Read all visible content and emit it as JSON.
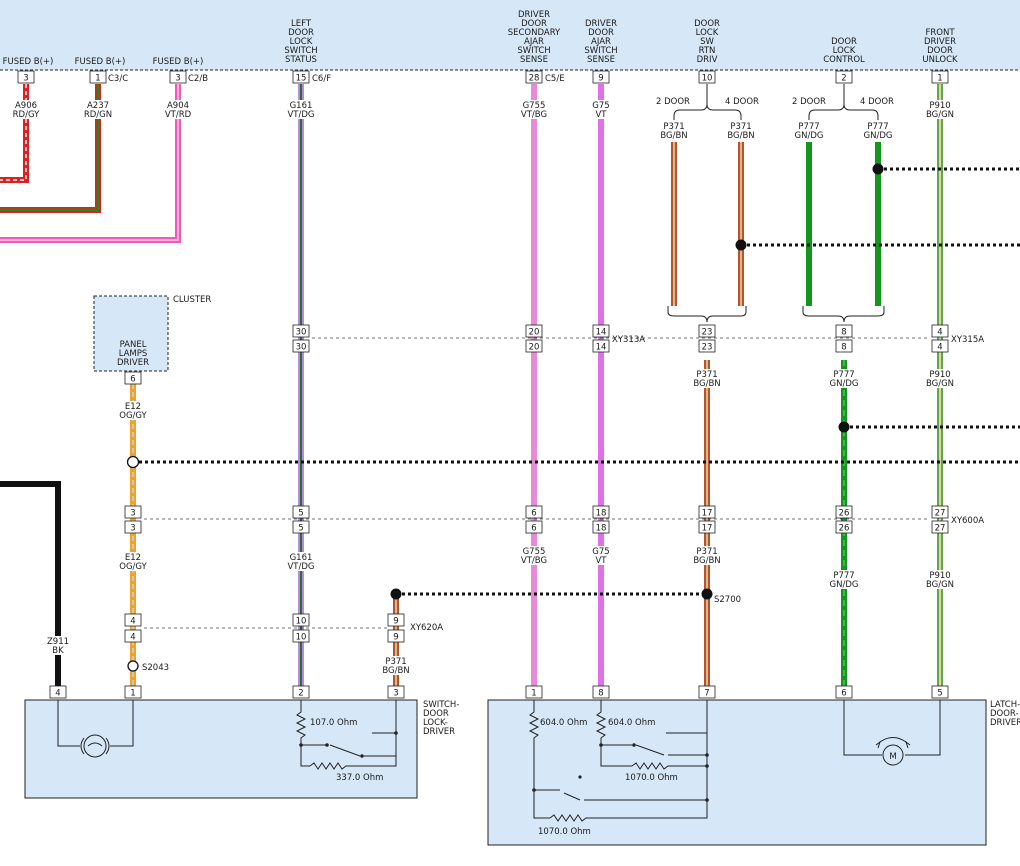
{
  "header": {
    "columns": [
      {
        "id": "fused-bplus-a906",
        "label": "FUSED B(+)",
        "pin": "3",
        "connector": ""
      },
      {
        "id": "fused-bplus-a237",
        "label": "FUSED B(+)",
        "pin": "1",
        "connector": "C3/C"
      },
      {
        "id": "fused-bplus-a904",
        "label": "FUSED B(+)",
        "pin": "3",
        "connector": "C2/B"
      },
      {
        "id": "left-door-lock-switch-status",
        "label": "LEFT DOOR LOCK SWITCH STATUS",
        "pin": "15",
        "connector": "C6/F"
      },
      {
        "id": "driver-door-secondary-ajar-switch-sense",
        "label": "DRIVER DOOR SECONDARY AJAR SWITCH SENSE",
        "pin": "28",
        "connector": "C5/E"
      },
      {
        "id": "driver-door-ajar-switch-sense",
        "label": "DRIVER DOOR AJAR SWITCH SENSE",
        "pin": "9",
        "connector": ""
      },
      {
        "id": "door-lock-sw-rtn-driv",
        "label": "DOOR LOCK SW RTN DRIV",
        "pin": "10",
        "connector": ""
      },
      {
        "id": "door-lock-control",
        "label": "DOOR LOCK CONTROL",
        "pin": "2",
        "connector": ""
      },
      {
        "id": "front-driver-door-unlock",
        "label": "FRONT DRIVER DOOR UNLOCK",
        "pin": "1",
        "connector": ""
      }
    ]
  },
  "wires": {
    "a906": {
      "code": "A906",
      "color": "RD/GY"
    },
    "a237": {
      "code": "A237",
      "color": "RD/GN"
    },
    "a904": {
      "code": "A904",
      "color": "VT/RD"
    },
    "g161": {
      "code": "G161",
      "color": "VT/DG"
    },
    "g755": {
      "code": "G755",
      "color": "VT/BG"
    },
    "g75": {
      "code": "G75",
      "color": "VT"
    },
    "p371": {
      "code": "P371",
      "color": "BG/BN"
    },
    "p777": {
      "code": "P777",
      "color": "GN/DG"
    },
    "p910": {
      "code": "P910",
      "color": "BG/GN"
    },
    "e12": {
      "code": "E12",
      "color": "OG/GY"
    },
    "z911": {
      "code": "Z911",
      "color": "BK"
    }
  },
  "branches": {
    "two_door": "2 DOOR",
    "four_door": "4 DOOR"
  },
  "connectors": {
    "xy313a": {
      "name": "XY313A",
      "pins": [
        "30",
        "20",
        "14",
        "23",
        "8",
        "4"
      ]
    },
    "xy315a": {
      "name": "XY315A"
    },
    "xy600a": {
      "name": "XY600A",
      "pins": [
        "3",
        "5",
        "6",
        "18",
        "17",
        "26",
        "27"
      ]
    },
    "xy620a": {
      "name": "XY620A",
      "pins": [
        "4",
        "10",
        "9"
      ]
    }
  },
  "splices": {
    "s2700": "S2700",
    "s2043": "S2043"
  },
  "cluster": {
    "name": "CLUSTER",
    "function": "PANEL LAMPS DRIVER",
    "pin": "6"
  },
  "components": {
    "switch_door_lock_driver": {
      "name": "SWITCH-DOOR LOCK-DRIVER",
      "pins": [
        "4",
        "1",
        "2",
        "3"
      ],
      "r1": "107.0 Ohm",
      "r2": "337.0 Ohm"
    },
    "latch_door_driver": {
      "name": "LATCH-DOOR-DRIVER",
      "pins": [
        "1",
        "8",
        "7",
        "6",
        "5"
      ],
      "r1": "604.0 Ohm",
      "r2": "604.0 Ohm",
      "r3": "1070.0 Ohm",
      "r4": "1070.0 Ohm",
      "motor": "M"
    }
  },
  "colors": {
    "header_bg": "#d6e7f7",
    "component_bg": "#d6e7f7",
    "red": "#e02020",
    "gray": "#9a9a9a",
    "dark_green": "#1f8a1f",
    "violet": "#e070e6",
    "pink": "#e88ad6",
    "brown": "#b5532d",
    "beige": "#d9b88c",
    "green": "#14961e",
    "orange": "#f2a21e",
    "black": "#111111"
  }
}
